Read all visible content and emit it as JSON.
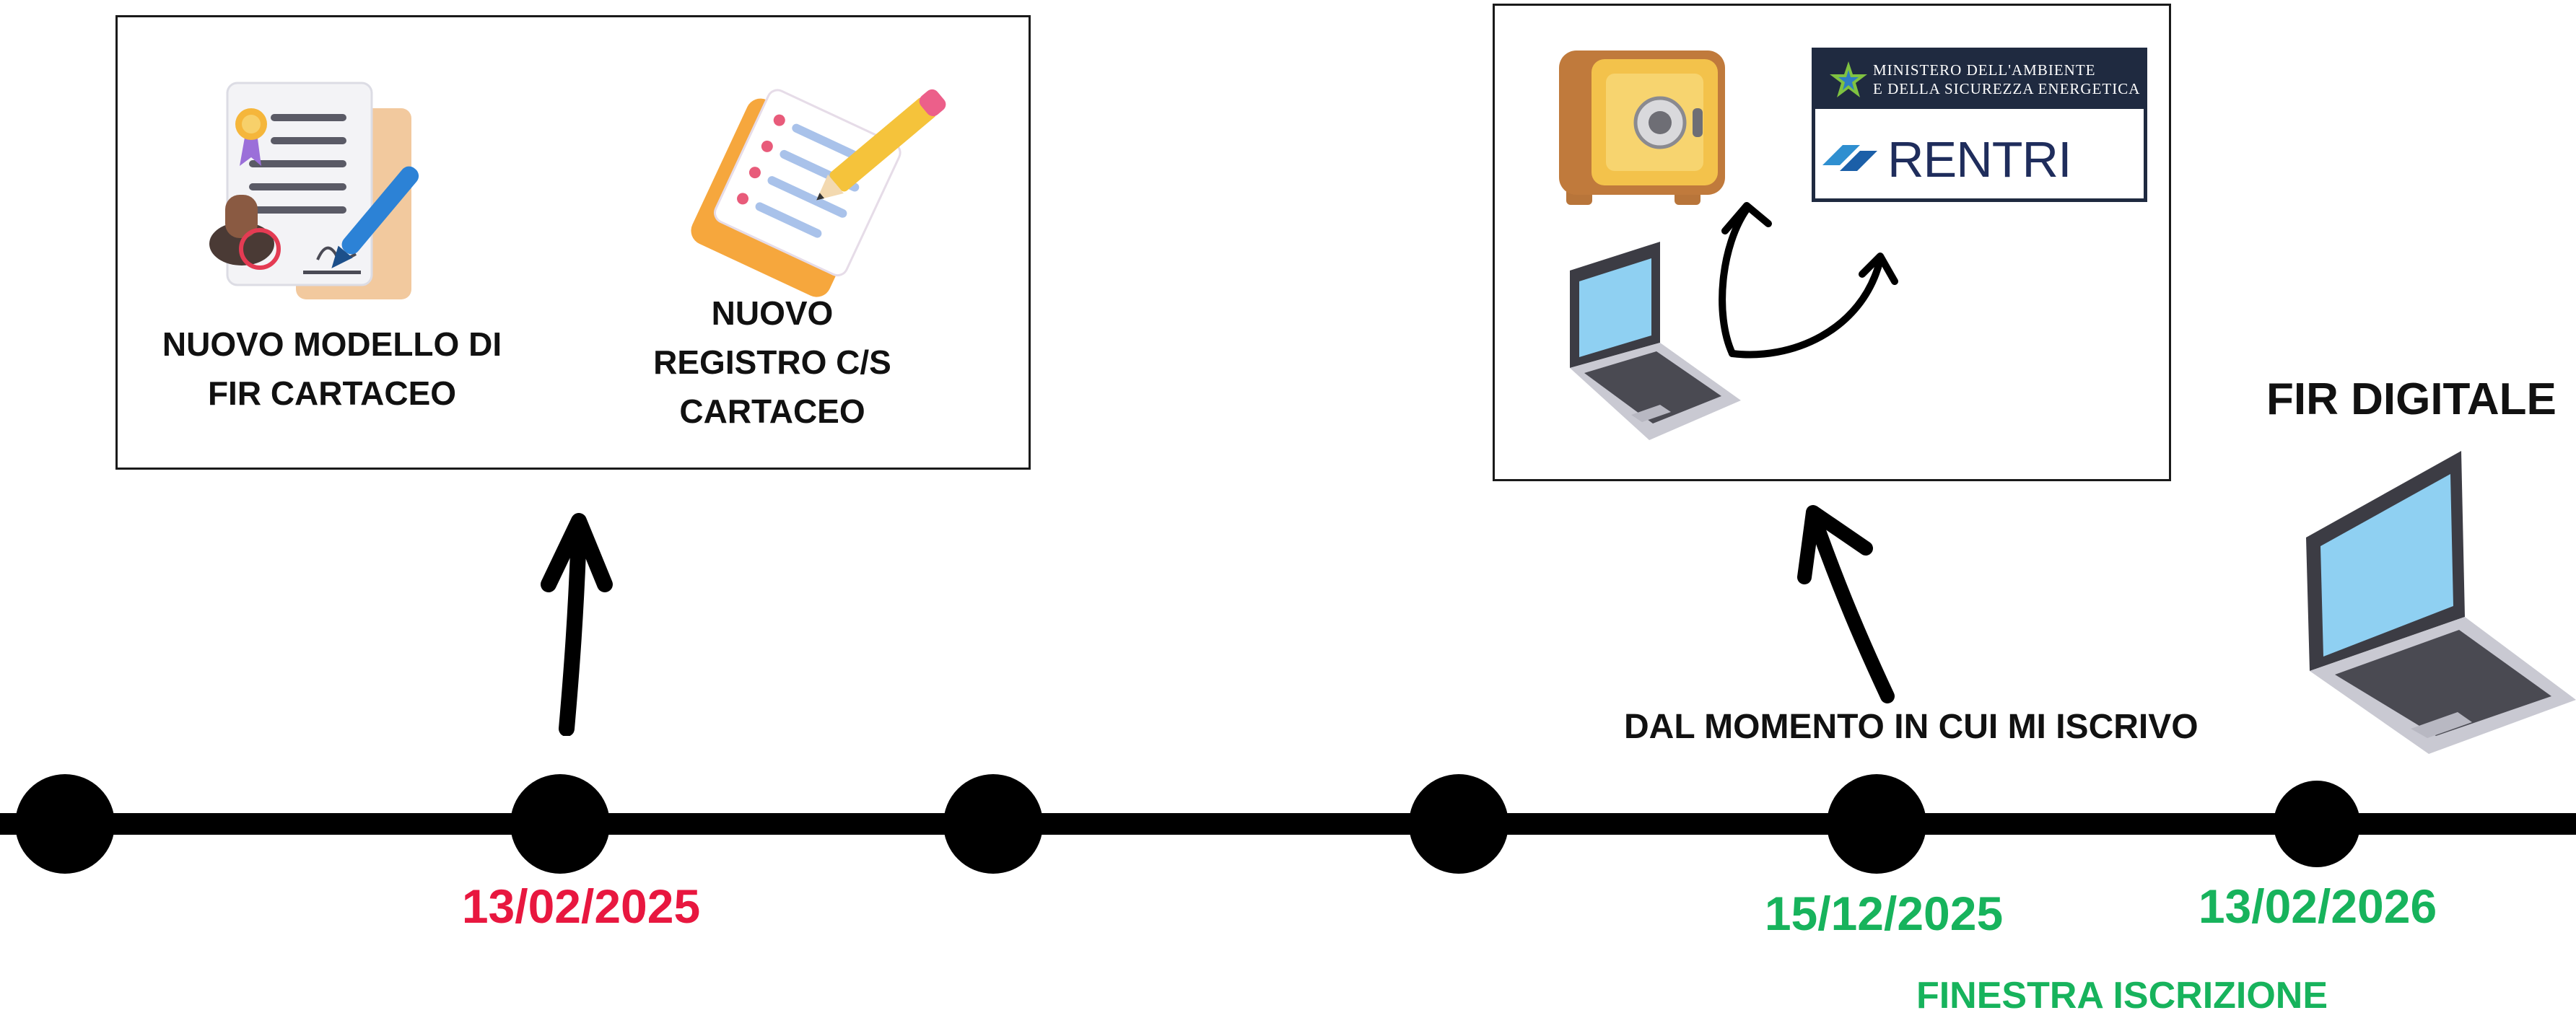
{
  "left_panel": {
    "caption_fir": "NUOVO MODELLO DI\nFIR CARTACEO",
    "caption_registro": "NUOVO\nREGISTRO C/S\nCARTACEO"
  },
  "right_panel": {
    "ministry_line1": "MINISTERO DELL'AMBIENTE",
    "ministry_line2": "E DELLA SICUREZZA ENERGETICA",
    "rentri_label": "RENTRI"
  },
  "annotations": {
    "fir_digitale": "FIR DIGITALE",
    "dal_momento": "DAL MOMENTO IN CUI MI ISCRIVO",
    "finestra_iscrizione": "FINESTRA ISCRIZIONE"
  },
  "timeline": {
    "dates": [
      {
        "label": "13/02/2025",
        "color": "#e8173f"
      },
      {
        "label": "15/12/2025",
        "color": "#17b35c"
      },
      {
        "label": "13/02/2026",
        "color": "#17b35c"
      }
    ]
  },
  "colors": {
    "red_date": "#e8173f",
    "green_date": "#17b35c",
    "ministry_bg": "#1f2a40",
    "rentri_blue": "#2f8fd0"
  },
  "icons": [
    "certificate-document-icon",
    "checklist-pencil-icon",
    "safe-icon",
    "laptop-icon",
    "ministry-star-logo",
    "rentri-logo"
  ]
}
